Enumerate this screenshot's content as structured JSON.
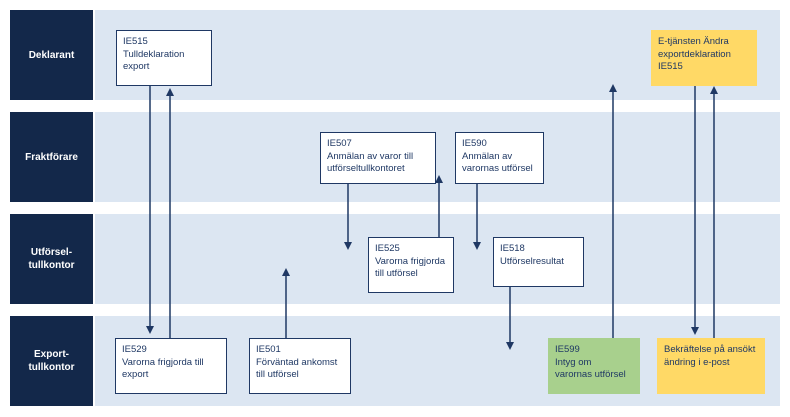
{
  "lanes": [
    {
      "label": "Deklarant"
    },
    {
      "label": "Fraktförare"
    },
    {
      "label": "Utförsel-\ntullkontor"
    },
    {
      "label": "Export-\ntullkontor"
    }
  ],
  "boxes": {
    "ie515": {
      "code": "IE515",
      "line1": "Tulldeklaration",
      "line2": "export"
    },
    "etjansten": {
      "line1": "E-tjänsten Ändra",
      "line2": "exportdeklaration",
      "line3": "IE515"
    },
    "ie507": {
      "code": "IE507",
      "line1": "Anmälan av varor till",
      "line2": "utförseltullkontoret"
    },
    "ie590": {
      "code": "IE590",
      "line1": "Anmälan av",
      "line2": "varornas utförsel"
    },
    "ie525": {
      "code": "IE525",
      "line1": "Varorna frigjorda",
      "line2": "till utförsel"
    },
    "ie518": {
      "code": "IE518",
      "line1": "Utförselresultat"
    },
    "ie529": {
      "code": "IE529",
      "line1": "Varorna frigjorda till",
      "line2": "export"
    },
    "ie501": {
      "code": "IE501",
      "line1": "Förväntad ankomst",
      "line2": "till utförsel"
    },
    "ie599": {
      "code": "IE599",
      "line1": "Intyg om",
      "line2": "varornas utförsel"
    },
    "bekraftelse": {
      "line1": "Bekräftelse på ansökt",
      "line2": "ändring i e-post"
    }
  },
  "colors": {
    "lane_background": "#dce6f2",
    "lane_label": "#13284a",
    "box_border": "#1f3864",
    "arrow": "#1f3864",
    "green": "#a8d08d",
    "yellow": "#ffd966"
  }
}
